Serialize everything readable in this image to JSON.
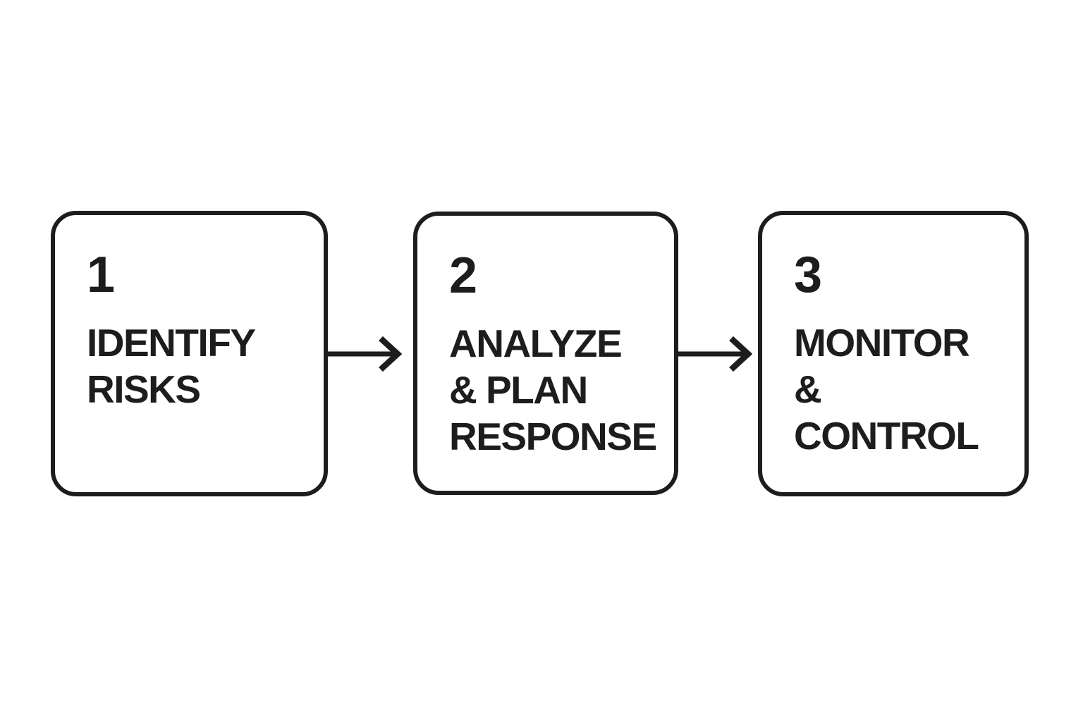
{
  "diagram": {
    "type": "process-flow",
    "direction": "left-to-right",
    "colors": {
      "ink": "#1d1d1b",
      "background": "#ffffff"
    },
    "steps": [
      {
        "number": "1",
        "label": "IDENTIFY\nRISKS"
      },
      {
        "number": "2",
        "label": "ANALYZE\n& PLAN\nRESPONSE"
      },
      {
        "number": "3",
        "label": "MONITOR\n& CONTROL"
      }
    ],
    "connectors": [
      {
        "from": "1",
        "to": "2",
        "type": "arrow-right"
      },
      {
        "from": "2",
        "to": "3",
        "type": "arrow-right"
      }
    ]
  }
}
